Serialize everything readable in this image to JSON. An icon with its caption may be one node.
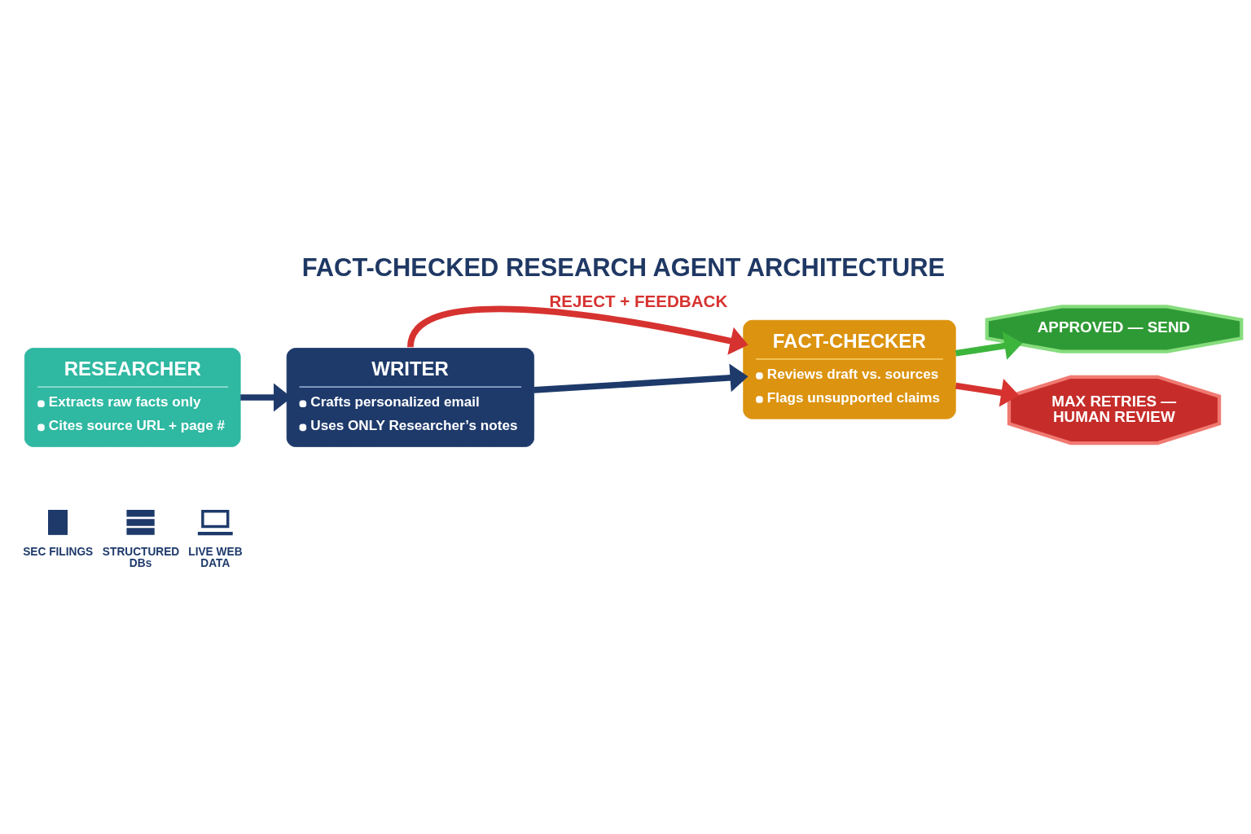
{
  "diagram": {
    "title": "FACT-CHECKED RESEARCH AGENT ARCHITECTURE",
    "nodes": [
      {
        "text": [
          "RESEARCHER",
          "Extracts raw facts only",
          "Cites source URL + page #"
        ],
        "beside": [
          "SEC FILINGS",
          "STRUCTURED DBs",
          "LIVE WEB DATA"
        ]
      },
      {
        "text": [
          "WRITER",
          "Crafts personalized email",
          "Uses ONLY Researcher’s notes"
        ]
      },
      {
        "text": [
          "FACT-CHECKER",
          "Reviews draft vs. sources",
          "Flags unsupported claims"
        ]
      },
      {
        "text": [
          "APPROVED — SEND"
        ]
      },
      {
        "text": [
          "MAX RETRIES — HUMAN REVIEW"
        ]
      }
    ],
    "edges": [
      {
        "from": 0,
        "to": 1,
        "arrow": "to",
        "color": "#1e3a6b"
      },
      {
        "from": 1,
        "to": 2,
        "arrow": "to",
        "color": "#1e3a6b"
      },
      {
        "from": 1,
        "to": 2,
        "arrow": "to",
        "label": "REJECT + FEEDBACK",
        "color": "#d63330"
      },
      {
        "from": 2,
        "to": 3,
        "arrow": "to",
        "color": "#3db53d"
      },
      {
        "from": 2,
        "to": 4,
        "arrow": "to",
        "color": "#d63330"
      }
    ]
  }
}
